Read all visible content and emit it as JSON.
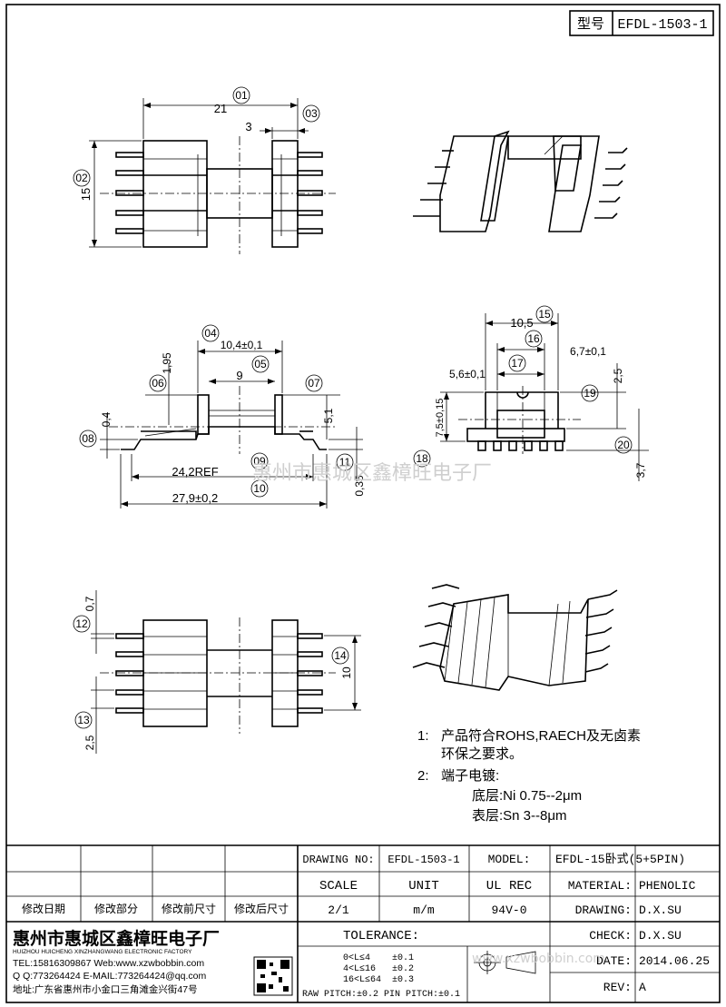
{
  "header": {
    "model_label": "型号",
    "model_code": "EFDL-1503-1"
  },
  "dimensions": {
    "d21": "21",
    "d3": "3",
    "d15": "15",
    "d10_4": "10,4±0,1",
    "d1_95": "1,95",
    "d9": "9",
    "d5_1": "5,1",
    "d0_4": "0,4",
    "d24_2": "24,2REF",
    "d27_9": "27,9±0,2",
    "d0_35": "0,35",
    "d10_5": "10,5",
    "d6_7": "6,7±0,1",
    "d5_6": "5,6±0,1",
    "d7_5": "7,5±0,15",
    "d2_5a": "2,5",
    "d3_7": "3,7",
    "d0_7": "0,7",
    "d10": "10",
    "d2_5b": "2,5"
  },
  "balloons": [
    "01",
    "02",
    "03",
    "04",
    "05",
    "06",
    "07",
    "08",
    "09",
    "10",
    "11",
    "15",
    "16",
    "17",
    "18",
    "19",
    "20",
    "12",
    "13",
    "14"
  ],
  "notes": {
    "n1_num": "1:",
    "n1_line1": "产品符合ROHS,RAECH及无卤素",
    "n1_line2": "环保之要求。",
    "n2_num": "2:",
    "n2_line1": "端子电镀:",
    "n2_line2": "底层:Ni 0.75--2μm",
    "n2_line3": "表层:Sn 3--8μm"
  },
  "watermark": {
    "text": "惠州市惠城区鑫樟旺电子厂",
    "url": "www.xzwbobbin.com"
  },
  "title_block": {
    "drawing_no_label": "DRAWING NO:",
    "drawing_no": "EFDL-1503-1",
    "model_label": "MODEL:",
    "model": "EFDL-15卧式(5+5PIN)",
    "scale_label": "SCALE",
    "unit_label": "UNIT",
    "ul_label": "UL REC",
    "material_label": "MATERIAL:",
    "material": "PHENOLIC",
    "scale": "2/1",
    "unit": "m/m",
    "ul": "94V-0",
    "drawing_label": "DRAWING:",
    "drawing_by": "D.X.SU",
    "check_label": "CHECK:",
    "check_by": "D.X.SU",
    "date_label": "DATE:",
    "date": "2014.06.25",
    "rev_label": "REV:",
    "rev": "A",
    "tolerance_label": "TOLERANCE:",
    "tol_rows": [
      {
        "range": "0<L≤4",
        "tol": "±0.1"
      },
      {
        "range": "4<L≤16",
        "tol": "±0.2"
      },
      {
        "range": "16<L≤64",
        "tol": "±0.3"
      }
    ],
    "raw_pitch": "RAW PITCH:±0.2 PIN PITCH:±0.1",
    "rev_history_headers": [
      "修改日期",
      "修改部分",
      "修改前尺寸",
      "修改后尺寸"
    ]
  },
  "company": {
    "name_cn": "惠州市惠城区鑫樟旺电子厂",
    "name_en": "HUIZHOU HUICHENG XINZHANGWANG ELECTRONIC FACTORY",
    "tel_web": "TEL:15816309867 Web:www.xzwbobbin.com",
    "qq_email": "Q Q:773264424 E-MAIL:773264424@qq.com",
    "address": "地址:广东省惠州市小金口三角滩金兴街47号"
  }
}
